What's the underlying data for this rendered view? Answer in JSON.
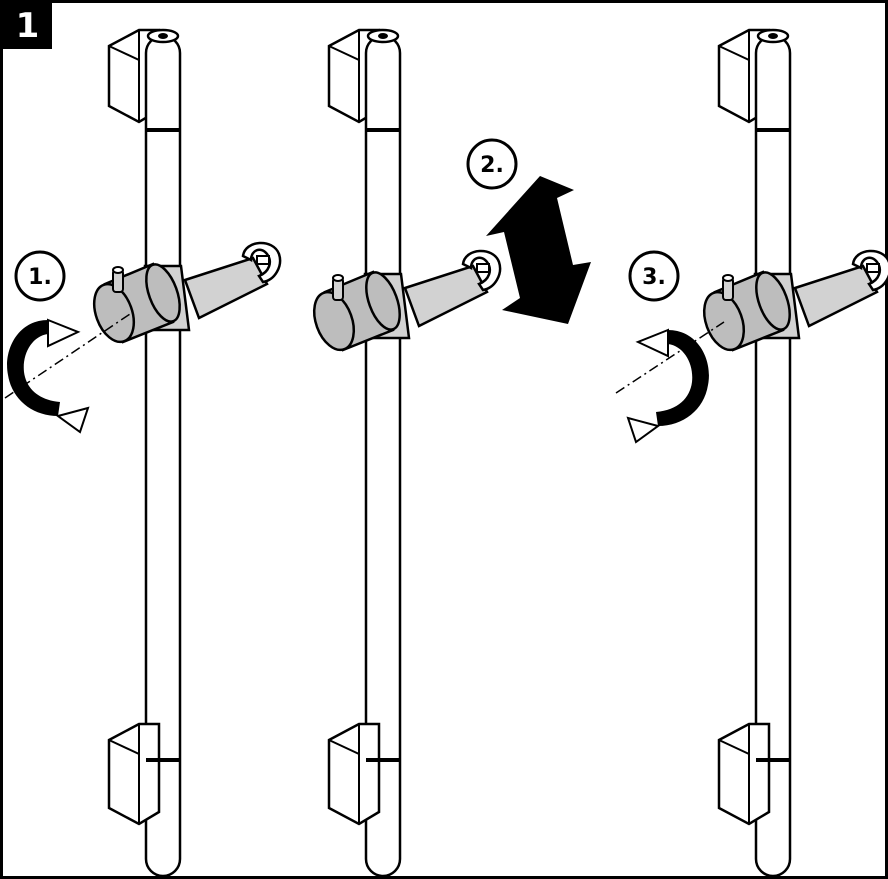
{
  "figure": {
    "number": "1"
  },
  "steps": [
    {
      "label": "1.",
      "action": "rotate-counterclockwise-to-release"
    },
    {
      "label": "2.",
      "action": "slide-up-or-down"
    },
    {
      "label": "3.",
      "action": "rotate-clockwise-to-lock"
    }
  ],
  "colors": {
    "line": "#000000",
    "slider_fill": "#bdbdbd",
    "background": "#ffffff"
  }
}
